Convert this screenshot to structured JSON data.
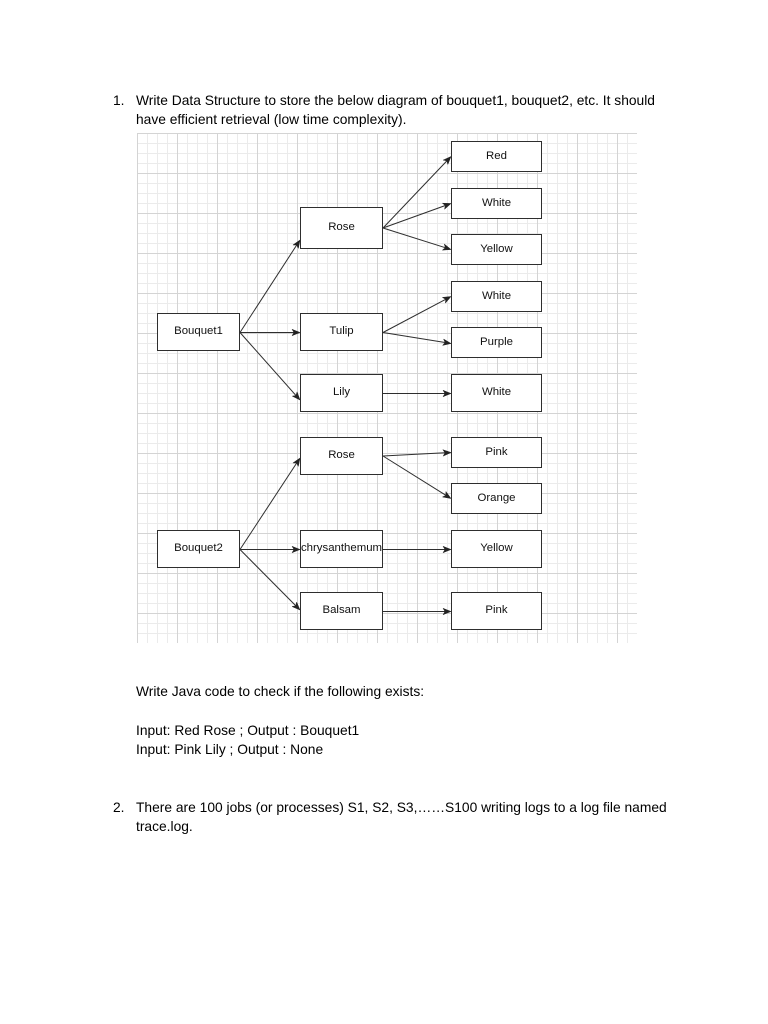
{
  "questions": [
    {
      "number": "1.",
      "text_lines": [
        "Write Data Structure to store the below diagram of bouquet1, bouquet2, etc. It should",
        "have efficient retrieval (low time complexity)."
      ],
      "diagram": {
        "bouquets": [
          {
            "label": "Bouquet1",
            "flowers": [
              {
                "label": "Rose",
                "colors": [
                  "Red",
                  "White",
                  "Yellow"
                ]
              },
              {
                "label": "Tulip",
                "colors": [
                  "White",
                  "Purple"
                ]
              },
              {
                "label": "Lily",
                "colors": [
                  "White"
                ]
              }
            ]
          },
          {
            "label": "Bouquet2",
            "flowers": [
              {
                "label": "Rose",
                "colors": [
                  "Pink",
                  "Orange"
                ]
              },
              {
                "label": "chrysanthemum",
                "colors": [
                  "Yellow"
                ]
              },
              {
                "label": "Balsam",
                "colors": [
                  "Pink"
                ]
              }
            ]
          }
        ]
      },
      "java_prompt": "Write Java code to check if the following exists:",
      "examples": [
        "Input: Red Rose ; Output : Bouquet1",
        "Input: Pink Lily ; Output : None"
      ]
    },
    {
      "number": "2.",
      "text_lines": [
        "There are 100 jobs (or processes) S1, S2, S3,……S100 writing logs to a log file named",
        "trace.log."
      ]
    }
  ]
}
